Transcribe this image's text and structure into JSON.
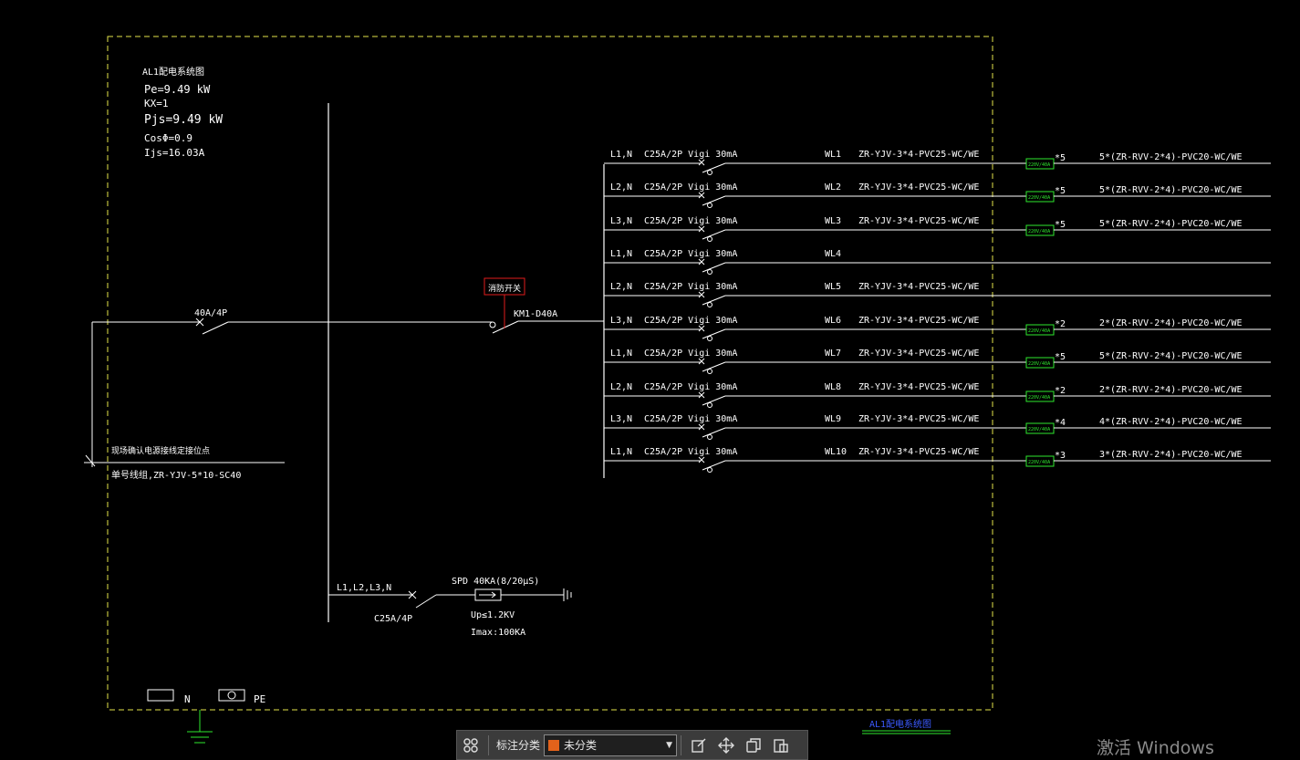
{
  "colors": {
    "background": "#000000",
    "wire": "#ffffff",
    "frame": "#e5e54a",
    "meter": "#2ee82e",
    "tag": "#e01b1b",
    "link": "#3b5bff",
    "toolbar_swatch": "#e2621b"
  },
  "summary": {
    "title": "AL1配电系统图",
    "pe": "Pe=9.49 kW",
    "kx": "KX=1",
    "pjs": "Pjs=9.49 kW",
    "cos": "CosΦ=0.9",
    "ijs": "Ijs=16.03A"
  },
  "incoming": {
    "breaker": "40A/4P",
    "note": "现场确认电源接线定接位点",
    "cable": "单号线组,ZR-YJV-5*10-SC40"
  },
  "contactor": {
    "tag": "消防开关",
    "label": "KM1-D40A"
  },
  "branches": [
    {
      "phase": "L1,N",
      "breaker": "C25A/2P Vigi 30mA",
      "id": "WL1",
      "cable": "ZR-YJV-3*4-PVC25-WC/WE",
      "meter": "220V/40A",
      "count": "*5",
      "load": "5*(ZR-RVV-2*4)-PVC20-WC/WE"
    },
    {
      "phase": "L2,N",
      "breaker": "C25A/2P Vigi 30mA",
      "id": "WL2",
      "cable": "ZR-YJV-3*4-PVC25-WC/WE",
      "meter": "220V/40A",
      "count": "*5",
      "load": "5*(ZR-RVV-2*4)-PVC20-WC/WE"
    },
    {
      "phase": "L3,N",
      "breaker": "C25A/2P Vigi 30mA",
      "id": "WL3",
      "cable": "ZR-YJV-3*4-PVC25-WC/WE",
      "meter": "220V/40A",
      "count": "*5",
      "load": "5*(ZR-RVV-2*4)-PVC20-WC/WE"
    },
    {
      "phase": "L1,N",
      "breaker": "C25A/2P Vigi 30mA",
      "id": "WL4",
      "cable": "",
      "meter": "",
      "count": "",
      "load": ""
    },
    {
      "phase": "L2,N",
      "breaker": "C25A/2P Vigi 30mA",
      "id": "WL5",
      "cable": "ZR-YJV-3*4-PVC25-WC/WE",
      "meter": "",
      "count": "",
      "load": ""
    },
    {
      "phase": "L3,N",
      "breaker": "C25A/2P Vigi 30mA",
      "id": "WL6",
      "cable": "ZR-YJV-3*4-PVC25-WC/WE",
      "meter": "220V/40A",
      "count": "*2",
      "load": "2*(ZR-RVV-2*4)-PVC20-WC/WE"
    },
    {
      "phase": "L1,N",
      "breaker": "C25A/2P Vigi 30mA",
      "id": "WL7",
      "cable": "ZR-YJV-3*4-PVC25-WC/WE",
      "meter": "220V/40A",
      "count": "*5",
      "load": "5*(ZR-RVV-2*4)-PVC20-WC/WE"
    },
    {
      "phase": "L2,N",
      "breaker": "C25A/2P Vigi 30mA",
      "id": "WL8",
      "cable": "ZR-YJV-3*4-PVC25-WC/WE",
      "meter": "220V/40A",
      "count": "*2",
      "load": "2*(ZR-RVV-2*4)-PVC20-WC/WE"
    },
    {
      "phase": "L3,N",
      "breaker": "C25A/2P Vigi 30mA",
      "id": "WL9",
      "cable": "ZR-YJV-3*4-PVC25-WC/WE",
      "meter": "220V/40A",
      "count": "*4",
      "load": "4*(ZR-RVV-2*4)-PVC20-WC/WE"
    },
    {
      "phase": "L1,N",
      "breaker": "C25A/2P Vigi 30mA",
      "id": "WL10",
      "cable": "ZR-YJV-3*4-PVC25-WC/WE",
      "meter": "220V/40A",
      "count": "*3",
      "load": "3*(ZR-RVV-2*4)-PVC20-WC/WE"
    }
  ],
  "spd": {
    "phases": "L1,L2,L3,N",
    "breaker": "C25A/4P",
    "label": "SPD 40KA(8/20μS)",
    "up": "Up≤1.2KV",
    "imax": "Imax:100KA"
  },
  "legend": {
    "n": "N",
    "pe": "PE"
  },
  "drawing_link": "AL1配电系统图",
  "toolbar": {
    "label": "标注分类",
    "selected": "未分类",
    "icons": [
      "grid-icon",
      "edit-icon",
      "move-icon",
      "copy-icon",
      "paste-icon"
    ]
  },
  "watermark": "激活 Windows"
}
